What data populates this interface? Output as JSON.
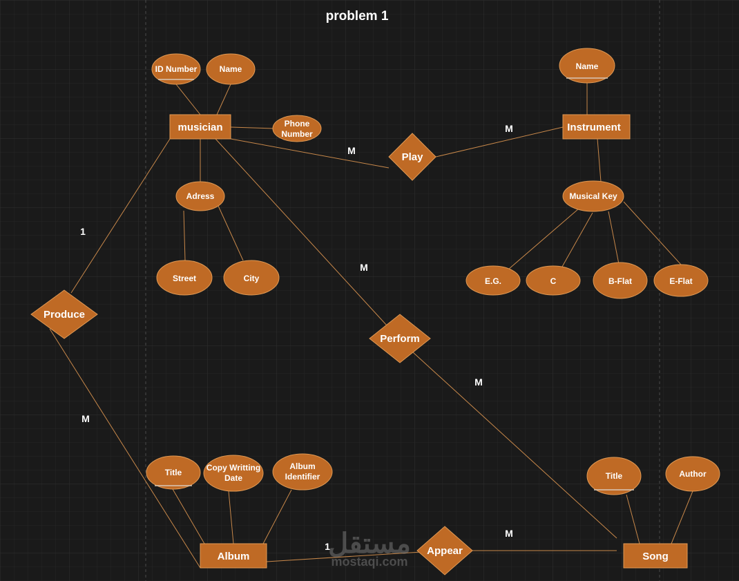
{
  "title": "problem 1",
  "watermark": {
    "arabic": "مستقل",
    "latin": "mostaqi.com"
  },
  "entities": {
    "musician": "musician",
    "instrument": "Instrument",
    "album": "Album",
    "song": "Song"
  },
  "relationships": {
    "play": "Play",
    "produce": "Produce",
    "perform": "Perform",
    "appear": "Appear"
  },
  "attributes": {
    "id_number": "ID Number",
    "musician_name": "Name",
    "phone_number": [
      "Phone",
      "Number"
    ],
    "adress": "Adress",
    "street": "Street",
    "city": "City",
    "instrument_name": "Name",
    "musical_key": "Musical Key",
    "eg": "E.G.",
    "c": "C",
    "b_flat": "B-Flat",
    "e_flat": "E-Flat",
    "album_title": "Title",
    "copy_date": [
      "Copy Writting",
      "Date"
    ],
    "album_identifier": [
      "Album",
      "Identifier"
    ],
    "song_title": "Title",
    "author": "Author"
  },
  "cardinalities": {
    "produce_musician": "1",
    "produce_album": "M",
    "play_musician": "M",
    "play_instrument": "M",
    "perform_musician": "M",
    "perform_song": "M",
    "appear_album": "1",
    "appear_song": "M"
  },
  "colors": {
    "fill": "#bf6a25",
    "stroke": "#e09a55",
    "line": "#c8884a",
    "background": "#1a1a1a",
    "grid": "#2c2c2c"
  }
}
